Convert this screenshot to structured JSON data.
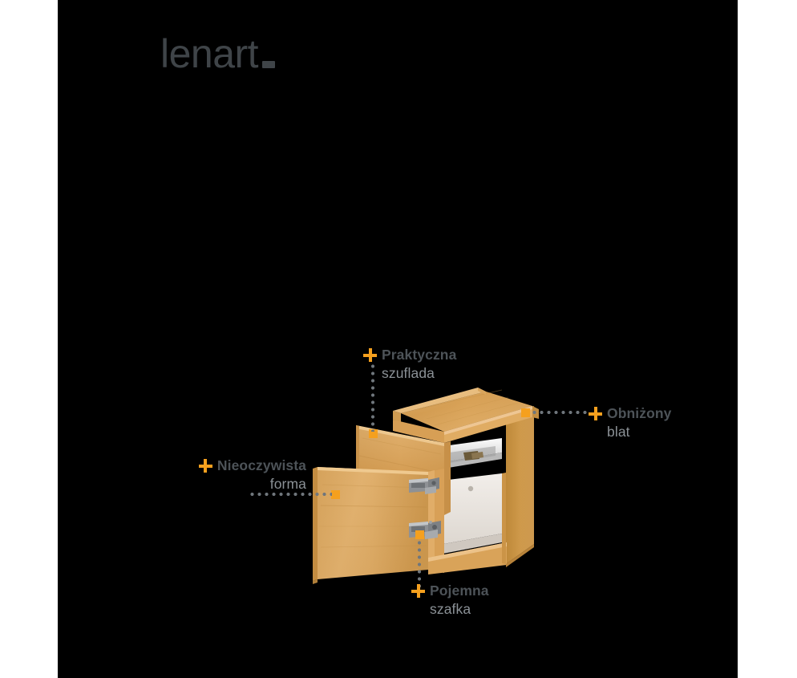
{
  "brand": {
    "name": "lenart",
    "mark": "dash-mark",
    "color": "#3f4448"
  },
  "stage": {
    "background_color": "#000000",
    "page_background_color": "#ffffff"
  },
  "accent": {
    "orange": "#f5a01e",
    "title_gray": "#4d5358",
    "subtitle_gray": "#8b9196",
    "leader_gray": "#6f767c"
  },
  "product": {
    "name": "oak-nightstand",
    "description": "open drawer and open door nightstand",
    "wood_tone": "#d8a055",
    "interior_tone": "#e8e4de"
  },
  "callouts": [
    {
      "id": "praktyczna-szuflada",
      "icon": "plus-icon",
      "title": "Praktyczna",
      "subtitle": "szuflada",
      "anchor": "drawer-front"
    },
    {
      "id": "obnizony-blat",
      "icon": "plus-icon",
      "title": "Obniżony",
      "subtitle": "blat",
      "anchor": "lowered-top"
    },
    {
      "id": "nieoczywista-forma",
      "icon": "plus-icon",
      "title": "Nieoczywista",
      "subtitle": "forma",
      "anchor": "door-panel"
    },
    {
      "id": "pojemna-szafka",
      "icon": "plus-icon",
      "title": "Pojemna",
      "subtitle": "szafka",
      "anchor": "cabinet-base"
    }
  ]
}
